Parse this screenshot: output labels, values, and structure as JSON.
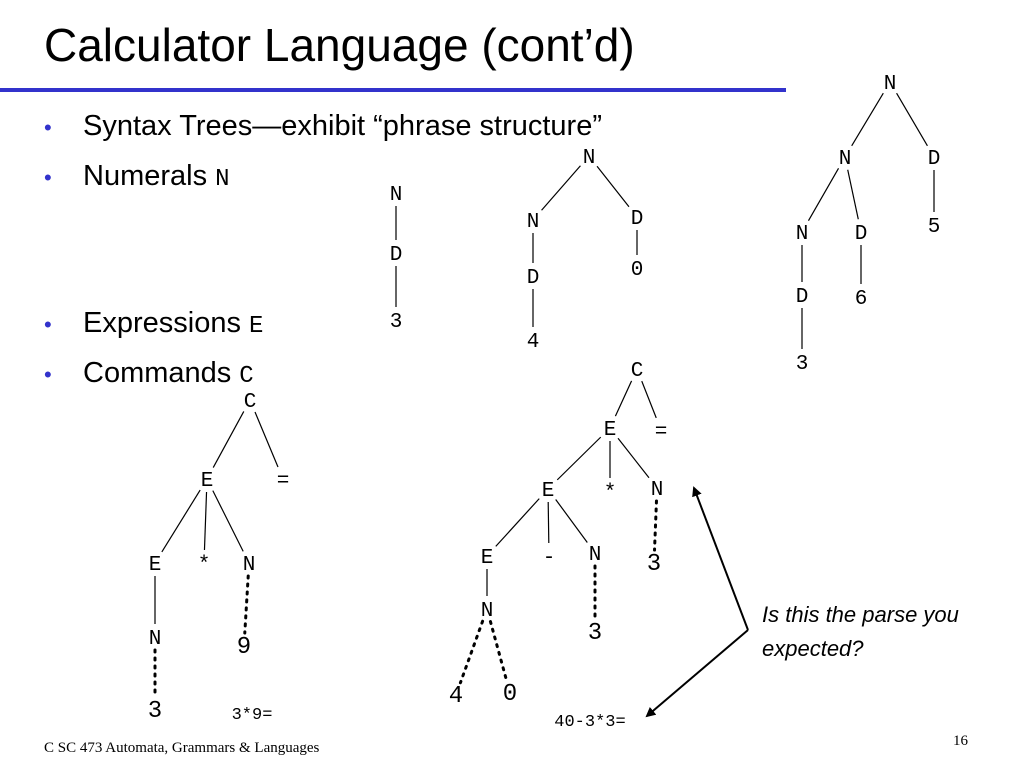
{
  "slide": {
    "title": "Calculator Language (cont’d)",
    "bullets": [
      {
        "text": "Syntax Trees—exhibit “phrase structure”",
        "code": ""
      },
      {
        "text": "Numerals",
        "code": "N"
      },
      {
        "text": "Expressions",
        "code": "E"
      },
      {
        "text": "Commands",
        "code": "C"
      }
    ],
    "note": "Is this the parse you expected?",
    "footer": "C SC 473 Automata, Grammars & Languages",
    "page_number": "16",
    "accent_color": "#3333cc"
  },
  "trees": [
    {
      "id": "numeral-3",
      "nodes": [
        [
          "n",
          "N"
        ],
        [
          "d",
          "D"
        ],
        [
          "leaf",
          "3"
        ]
      ],
      "edges": [
        [
          "n",
          "d"
        ],
        [
          "d",
          "leaf"
        ]
      ]
    },
    {
      "id": "numeral-40",
      "nodes": [
        [
          "n",
          "N"
        ],
        [
          "n2",
          "N"
        ],
        [
          "d2",
          "D"
        ],
        [
          "d",
          "D"
        ],
        [
          "l4",
          "4"
        ],
        [
          "l0",
          "0"
        ]
      ],
      "edges": [
        [
          "n",
          "n2"
        ],
        [
          "n",
          "d"
        ],
        [
          "n2",
          "d2"
        ],
        [
          "d2",
          "l4"
        ],
        [
          "d",
          "l0"
        ]
      ]
    },
    {
      "id": "numeral-365",
      "nodes": [
        [
          "n",
          "N"
        ],
        [
          "n2",
          "N"
        ],
        [
          "d5",
          "D"
        ],
        [
          "n3",
          "N"
        ],
        [
          "d6",
          "D"
        ],
        [
          "dd3",
          "D"
        ],
        [
          "l3",
          "3"
        ],
        [
          "l6",
          "6"
        ],
        [
          "l5",
          "5"
        ]
      ],
      "edges": [
        [
          "n",
          "n2"
        ],
        [
          "n",
          "d5"
        ],
        [
          "n2",
          "n3"
        ],
        [
          "n2",
          "d6"
        ],
        [
          "n3",
          "dd3"
        ],
        [
          "dd3",
          "l3"
        ],
        [
          "d6",
          "l6"
        ],
        [
          "d5",
          "l5"
        ]
      ]
    },
    {
      "id": "command-3*9",
      "caption": "3*9=",
      "nodes": [
        [
          "c",
          "C"
        ],
        [
          "e",
          "E"
        ],
        [
          "eq",
          "="
        ],
        [
          "e2",
          "E"
        ],
        [
          "star",
          "*"
        ],
        [
          "n9",
          "N"
        ],
        [
          "n3",
          "N"
        ],
        [
          "l9",
          "9"
        ],
        [
          "l3",
          "3"
        ]
      ],
      "edges": [
        [
          "c",
          "e"
        ],
        [
          "c",
          "eq"
        ],
        [
          "e",
          "e2"
        ],
        [
          "e",
          "star"
        ],
        [
          "e",
          "n9"
        ],
        [
          "e2",
          "n3"
        ]
      ],
      "dotted": [
        [
          "n3",
          "l3"
        ],
        [
          "n9",
          "l9"
        ]
      ]
    },
    {
      "id": "command-40-3*3",
      "caption": "40-3*3=",
      "nodes": [
        [
          "c",
          "C"
        ],
        [
          "e",
          "E"
        ],
        [
          "eq",
          "="
        ],
        [
          "e2",
          "E"
        ],
        [
          "star",
          "*"
        ],
        [
          "n3b",
          "N"
        ],
        [
          "e3",
          "E"
        ],
        [
          "minus",
          "-"
        ],
        [
          "n3a",
          "N"
        ],
        [
          "n40",
          "N"
        ],
        [
          "l3b",
          "3"
        ],
        [
          "l3a",
          "3"
        ],
        [
          "l4",
          "4"
        ],
        [
          "l0",
          "0"
        ]
      ],
      "edges": [
        [
          "c",
          "e"
        ],
        [
          "c",
          "eq"
        ],
        [
          "e",
          "e2"
        ],
        [
          "e",
          "star"
        ],
        [
          "e",
          "n3b"
        ],
        [
          "e2",
          "e3"
        ],
        [
          "e2",
          "minus"
        ],
        [
          "e2",
          "n3a"
        ],
        [
          "e3",
          "n40"
        ]
      ],
      "dotted": [
        [
          "n3b",
          "l3b"
        ],
        [
          "n3a",
          "l3a"
        ],
        [
          "n40",
          "l4"
        ],
        [
          "n40",
          "l0"
        ]
      ]
    }
  ]
}
